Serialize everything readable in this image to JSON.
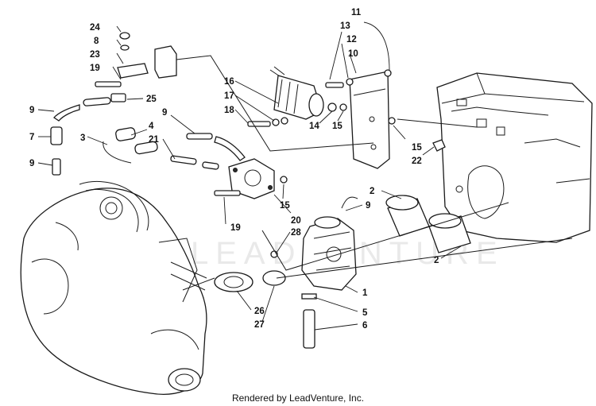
{
  "watermark": "LEADVENTURE",
  "footer": "Rendered by LeadVenture, Inc.",
  "callouts": [
    "24",
    "8",
    "23",
    "19",
    "25",
    "9",
    "7",
    "9",
    "3",
    "4",
    "21",
    "9",
    "16",
    "17",
    "18",
    "14",
    "15",
    "11",
    "13",
    "12",
    "10",
    "15",
    "22",
    "15",
    "20",
    "19",
    "2",
    "9",
    "28",
    "2",
    "1",
    "5",
    "6",
    "26",
    "27"
  ],
  "colors": {
    "line": "#1a1a1a",
    "background": "#ffffff",
    "watermark": "#cfcfcf"
  }
}
